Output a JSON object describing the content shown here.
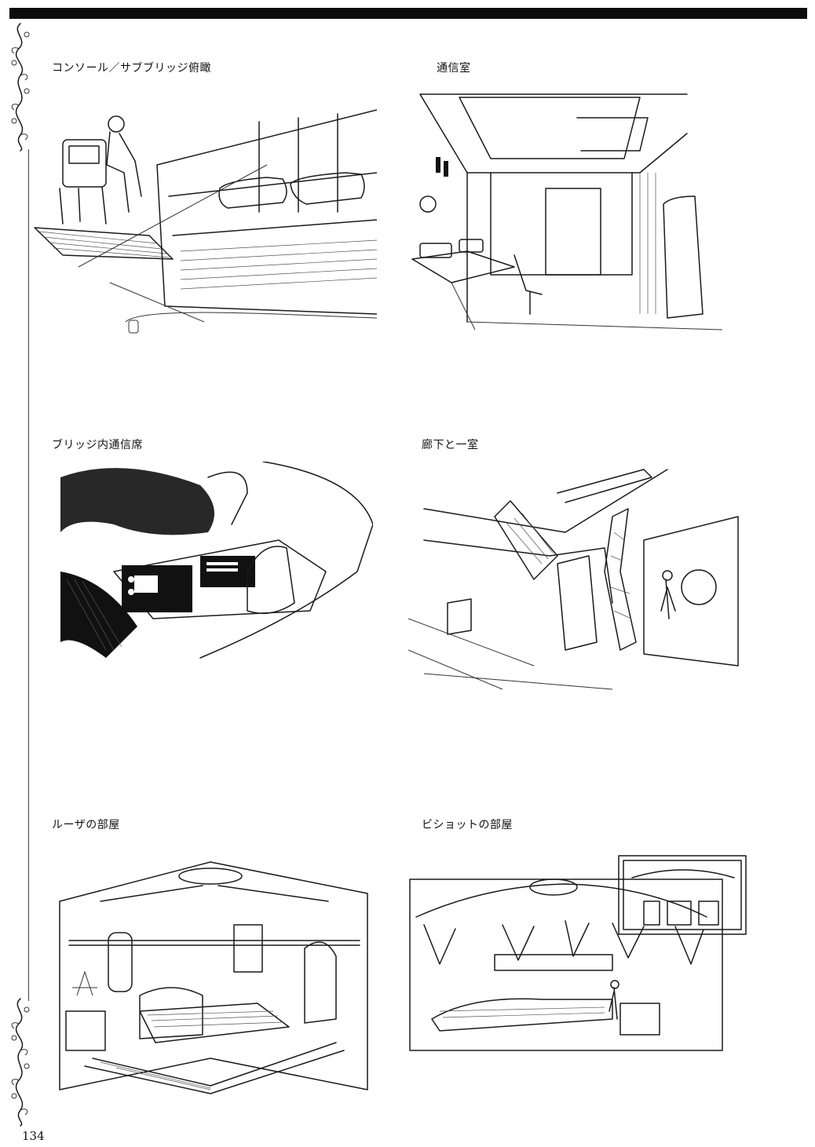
{
  "page": {
    "number": "134"
  },
  "panels": [
    {
      "caption": "コンソール／サブブリッジ俯瞰",
      "scene": "console"
    },
    {
      "caption": "通信室",
      "scene": "comm-room"
    },
    {
      "caption": "ブリッジ内通信席",
      "scene": "bridge-seat"
    },
    {
      "caption": "廊下と一室",
      "scene": "corridor"
    },
    {
      "caption": "ルーザの部屋",
      "scene": "luza-room"
    },
    {
      "caption": "ビショットの部屋",
      "scene": "bishot-room"
    }
  ],
  "colors": {
    "ink": "#1a1a1a",
    "paper": "#ffffff",
    "topbar": "#0d0d0d"
  }
}
